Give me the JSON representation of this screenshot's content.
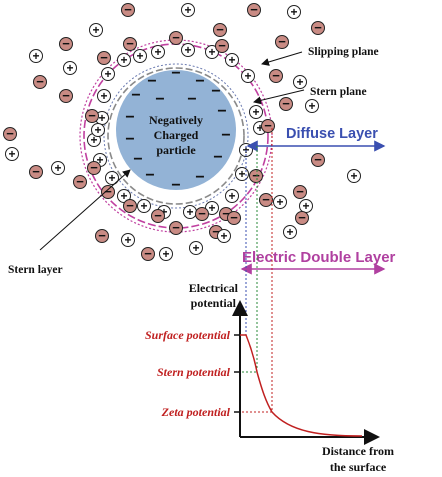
{
  "labels": {
    "slipping_plane": "Slipping plane",
    "stern_plane": "Stern plane",
    "particle_line1": "Negatively",
    "particle_line2": "Charged",
    "particle_line3": "particle",
    "stern_layer": "Stern layer",
    "diffuse_layer": "Diffuse Layer",
    "electric_double_layer": "Electric Double Layer",
    "y_axis_line1": "Electrical",
    "y_axis_line2": "potential",
    "x_axis_line1": "Distance from",
    "x_axis_line2": "the surface",
    "surface_potential": "Surface potential",
    "stern_potential": "Stern potential",
    "zeta_potential": "Zeta potential"
  },
  "symbols": {
    "negative": "−",
    "positive": "+"
  },
  "colors": {
    "particle": "#93b3d6",
    "negative_ion_fill": "#c98b84",
    "positive_ion_fill": "#ffffff",
    "ion_stroke": "#222222",
    "slipping_plane": "#c040a0",
    "stern_plane": "#8a8a8a",
    "diffuse_layer_text": "#3a4fb0",
    "edl_text": "#b040a0",
    "potential_curve": "#c02020",
    "potential_labels": "#c02020"
  },
  "icons": {
    "positive_ion": "circled-plus-icon",
    "negative_ion": "circled-minus-icon"
  }
}
